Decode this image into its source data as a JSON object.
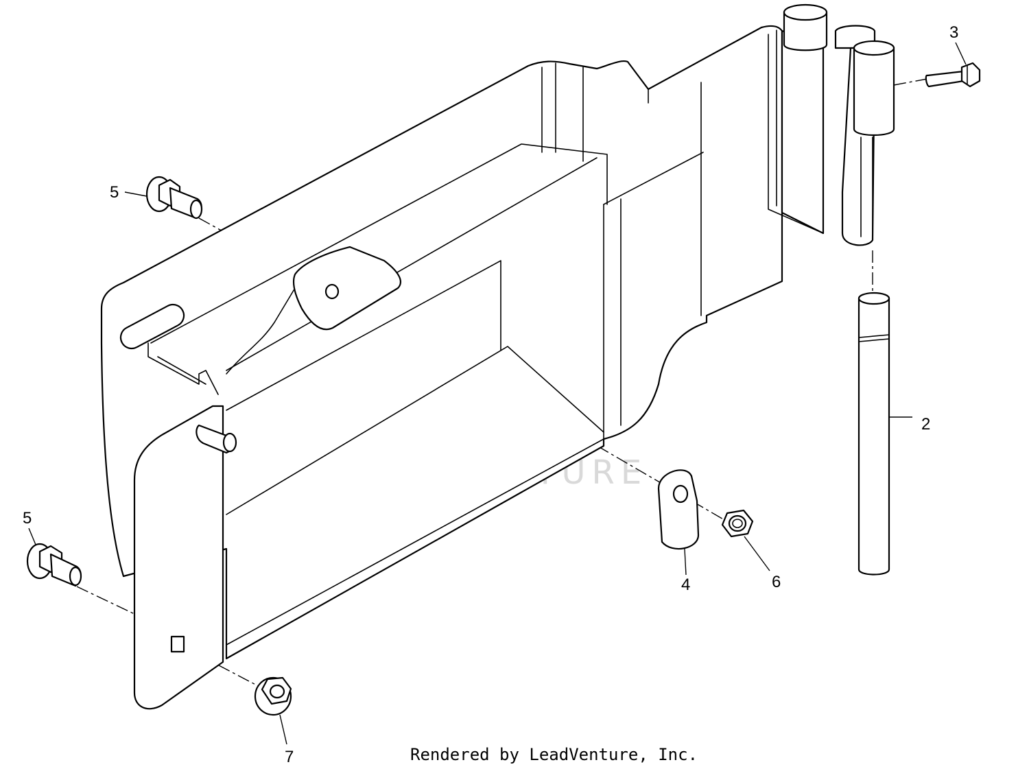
{
  "callouts": [
    {
      "label": "2"
    },
    {
      "label": "3"
    },
    {
      "label": "4"
    },
    {
      "label": "5"
    },
    {
      "label": "5"
    },
    {
      "label": "6"
    },
    {
      "label": "7"
    }
  ],
  "watermark": {
    "text": "LEADVENTURE"
  },
  "footer": {
    "text": "Rendered by LeadVenture, Inc."
  },
  "colors": {
    "line": "#000000",
    "watermark": "#d9d9d9",
    "background": "#ffffff"
  }
}
